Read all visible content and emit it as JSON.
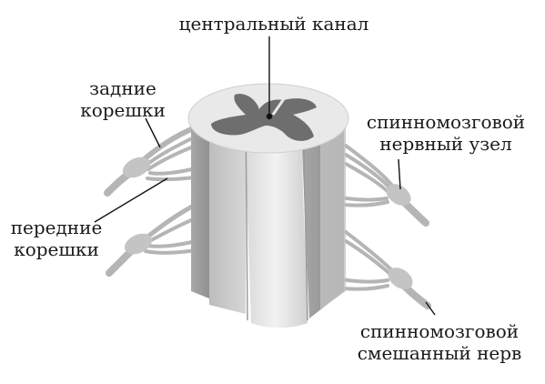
{
  "labels": {
    "central_canal": "центральный канал",
    "dorsal_roots": [
      "задние",
      "корешки"
    ],
    "ventral_roots": [
      "передние",
      "корешки"
    ],
    "spinal_ganglion": [
      "спинномозговой",
      "нервный узел"
    ],
    "spinal_nerve": [
      "спинномозговой",
      "смешанный нерв"
    ]
  },
  "colors": {
    "grey_matter": "#6e6e6e",
    "white_matter_light": "#e6e6e6",
    "white_matter_mid": "#c9c9c9",
    "white_matter_dark": "#9a9a9a",
    "nerve": "#b5b5b5",
    "leader_line": "#111111"
  }
}
